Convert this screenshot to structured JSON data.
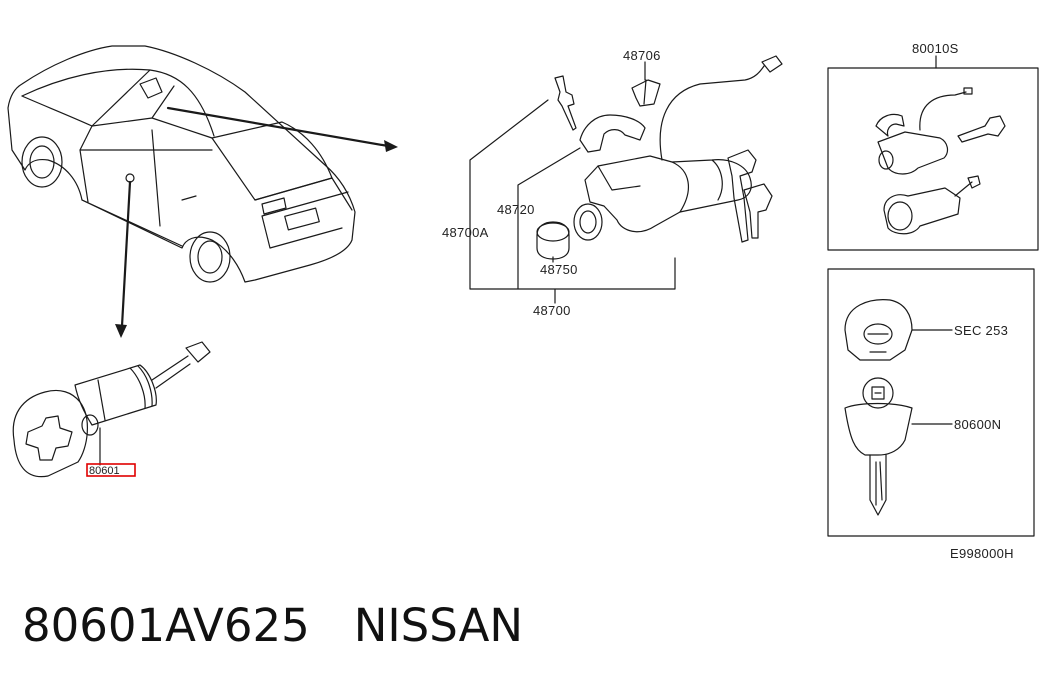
{
  "labels": {
    "p48706": "48706",
    "p80010s": "80010S",
    "p48720": "48720",
    "p48700a": "48700A",
    "p48750": "48750",
    "p48700": "48700",
    "sec253": "SEC 253",
    "p80600n": "80600N",
    "p80601": "80601",
    "reference": "E998000H"
  },
  "footer": {
    "part_number": "80601AV625",
    "brand": "NISSAN"
  },
  "colors": {
    "line": "#1a1a1a",
    "highlight": "#e00000",
    "background": "#ffffff"
  }
}
